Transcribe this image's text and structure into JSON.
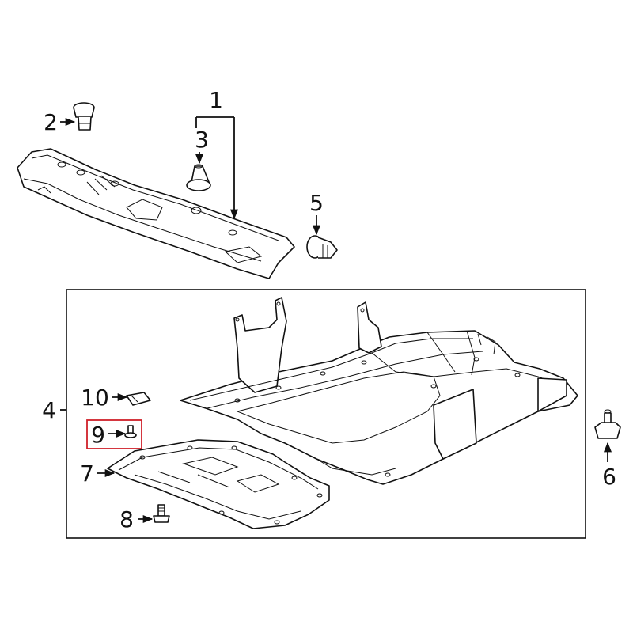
{
  "callouts": {
    "c1": "1",
    "c2": "2",
    "c3": "3",
    "c4": "4",
    "c5": "5",
    "c6": "6",
    "c7": "7",
    "c8": "8",
    "c9": "9",
    "c10": "10"
  },
  "highlight_color": "#d0202a"
}
